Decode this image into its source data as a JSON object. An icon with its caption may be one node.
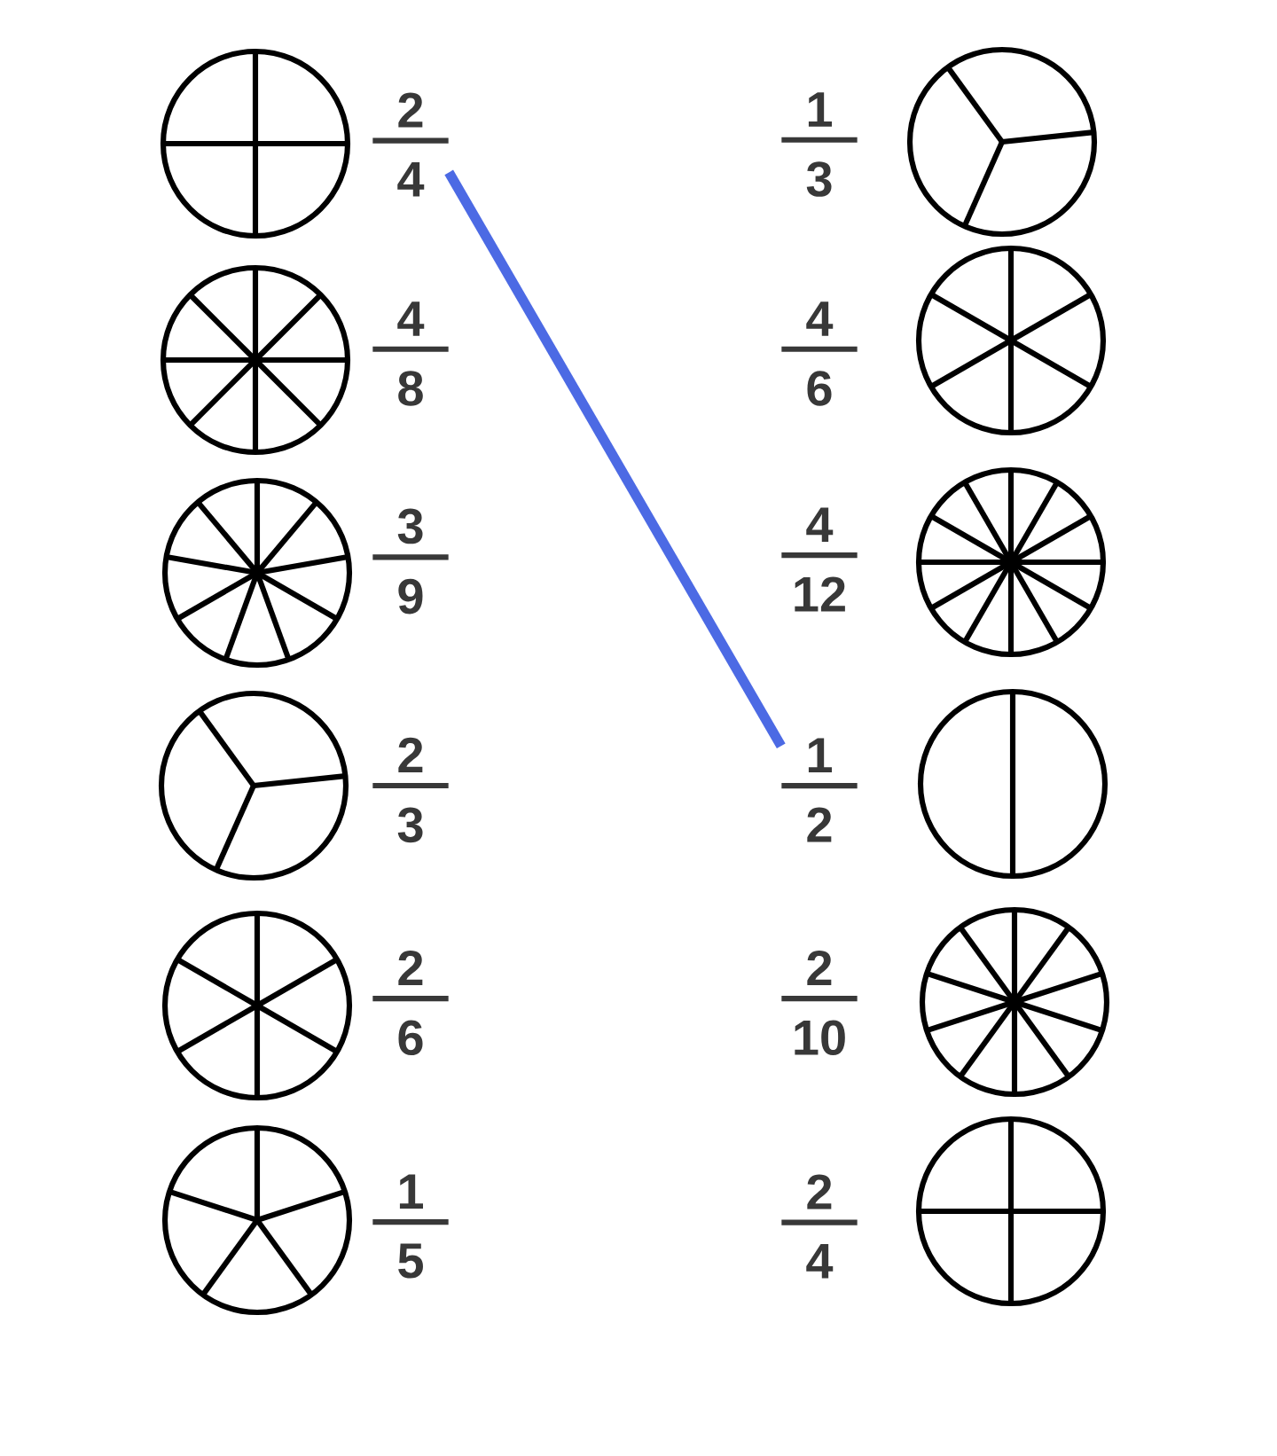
{
  "diagram": {
    "nodes": [
      {
        "text": [
          "2",
          "4"
        ]
      },
      {
        "text": [
          "1",
          "3"
        ]
      },
      {
        "text": [
          "4",
          "8"
        ]
      },
      {
        "text": [
          "4",
          "6"
        ]
      },
      {
        "text": [
          "3",
          "9"
        ]
      },
      {
        "text": [
          "4",
          "12"
        ]
      },
      {
        "text": [
          "2",
          "3"
        ]
      },
      {
        "text": [
          "1",
          "2"
        ]
      },
      {
        "text": [
          "2",
          "6"
        ]
      },
      {
        "text": [
          "2",
          "10"
        ]
      },
      {
        "text": [
          "1",
          "5"
        ]
      },
      {
        "text": [
          "2",
          "4"
        ]
      }
    ],
    "edges": [
      {
        "from": 0,
        "to": 7,
        "arrow": "none",
        "color": "#4c6ae4"
      }
    ]
  }
}
